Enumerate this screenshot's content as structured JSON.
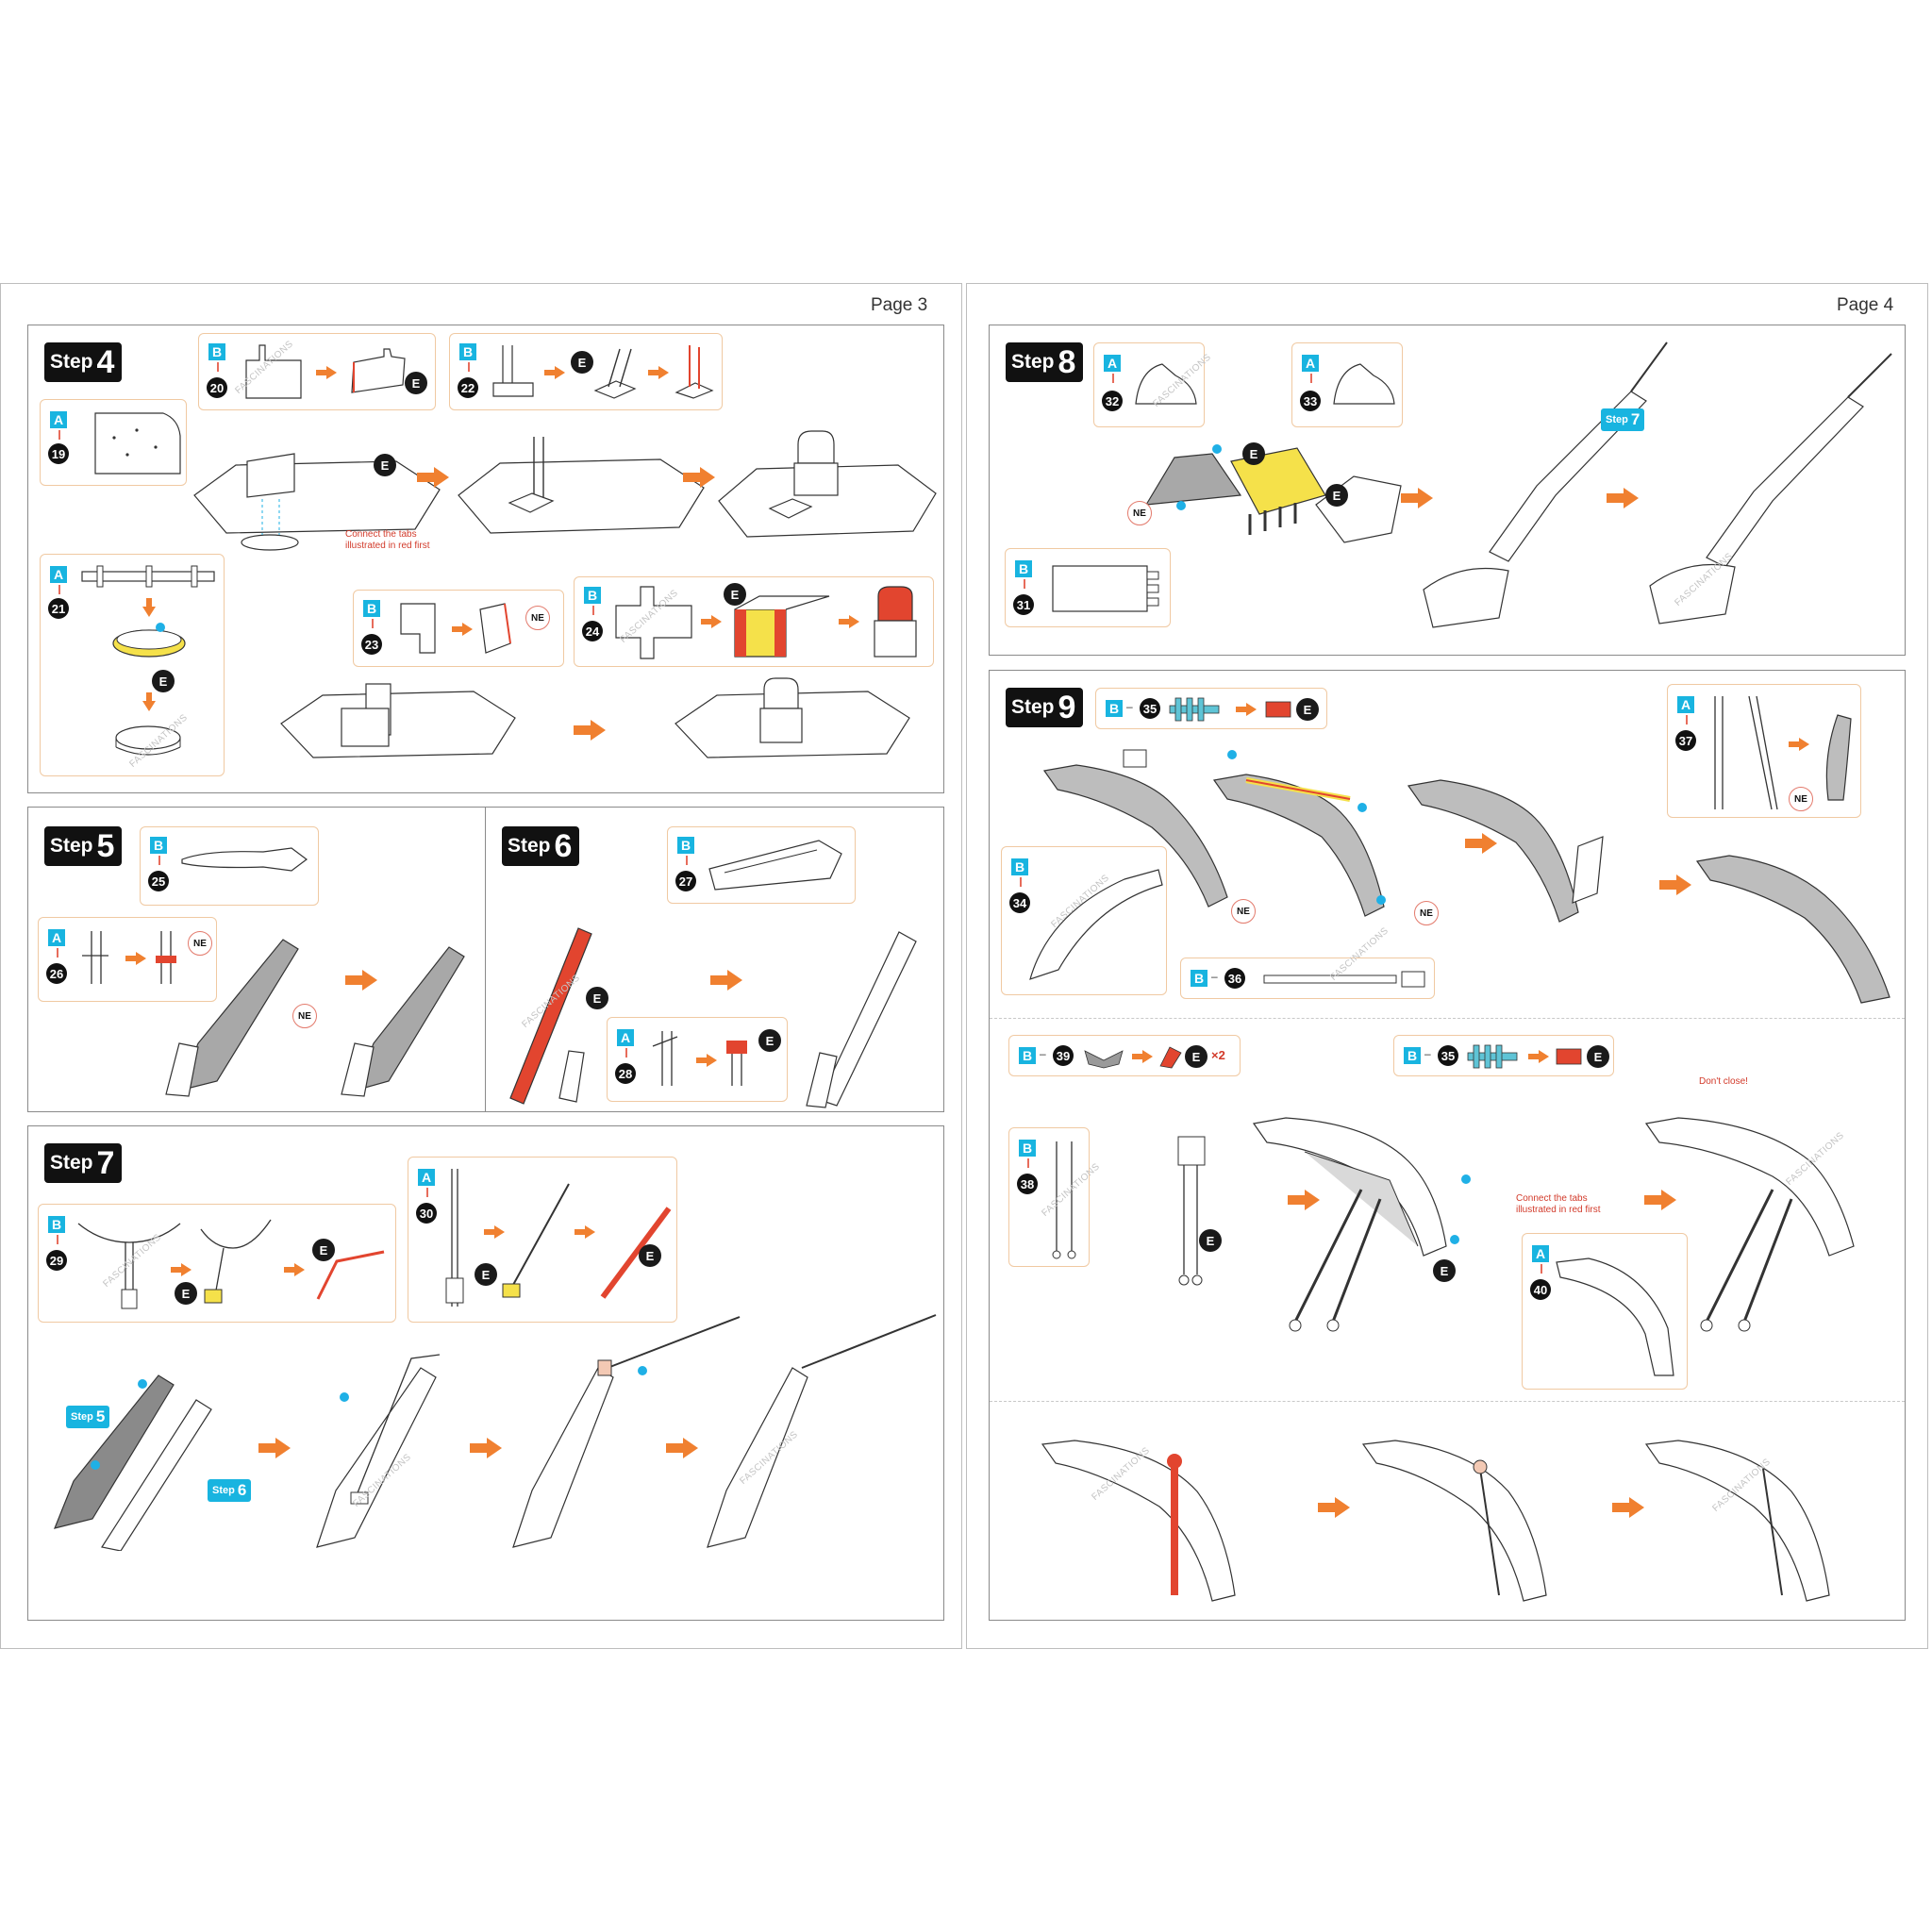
{
  "pages": [
    {
      "label": "Page 3"
    },
    {
      "label": "Page 4"
    }
  ],
  "steps": [
    {
      "word": "Step",
      "num": "4"
    },
    {
      "word": "Step",
      "num": "5"
    },
    {
      "word": "Step",
      "num": "6"
    },
    {
      "word": "Step",
      "num": "7"
    },
    {
      "word": "Step",
      "num": "8"
    },
    {
      "word": "Step",
      "num": "9"
    }
  ],
  "sheets": {
    "a": "A",
    "b": "B"
  },
  "parts": {
    "p19": "19",
    "p20": "20",
    "p21": "21",
    "p22": "22",
    "p23": "23",
    "p24": "24",
    "p25": "25",
    "p26": "26",
    "p27": "27",
    "p28": "28",
    "p29": "29",
    "p30": "30",
    "p31": "31",
    "p32": "32",
    "p33": "33",
    "p34": "34",
    "p35": "35",
    "p36": "36",
    "p37": "37",
    "p38": "38",
    "p39": "39",
    "p40": "40"
  },
  "badges": {
    "e": "E",
    "ne": "NE"
  },
  "notes": {
    "connect_line1": "Connect the tabs",
    "connect_line2": "illustrated in red first",
    "dont_close": "Don't close!",
    "times_two": "×2",
    "dash": "–"
  },
  "refs": {
    "step_word": "Step",
    "s5": "5",
    "s6": "6",
    "s7": "7"
  },
  "watermark": "FASCINATIONS",
  "colors": {
    "accent_orange": "#f08030",
    "sheet_blue": "#18b4e0",
    "highlight_red": "#e2452f",
    "highlight_yellow": "#f5e14a",
    "panel_border": "#f0c9a2"
  }
}
